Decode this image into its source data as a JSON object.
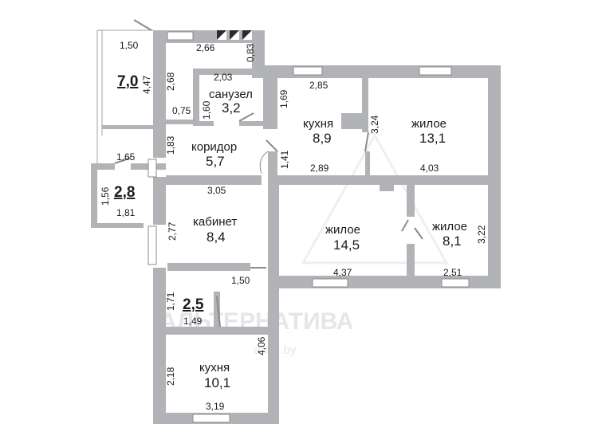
{
  "watermark": {
    "brand": "АЛЬТЕРНАТИВА",
    "site": "a-est.by"
  },
  "rooms": {
    "top_left_area": "7,0",
    "sanuzel_name": "санузел",
    "sanuzel_area": "3,2",
    "kitchen_top_name": "кухня",
    "kitchen_top_area": "8,9",
    "living_a_name": "жилое",
    "living_a_area": "13,1",
    "corridor_name": "коридор",
    "corridor_area": "5,7",
    "small_left_area": "2,8",
    "office_name": "кабинет",
    "office_area": "8,4",
    "living_b_name": "жилое",
    "living_b_area": "14,5",
    "living_c_name": "жилое",
    "living_c_area": "8,1",
    "small_mid_area": "2,5",
    "kitchen_bottom_name": "кухня",
    "kitchen_bottom_area": "10,1"
  },
  "dims": {
    "d150_top": "1,50",
    "d447": "4,47",
    "d266": "2,66",
    "d083": "0,83",
    "d268": "2,68",
    "d203": "2,03",
    "d160": "1,60",
    "d075": "0,75",
    "d285": "2,85",
    "d169": "1,69",
    "d324": "3,24",
    "d183": "1,83",
    "d165": "1,65",
    "d141": "1,41",
    "d289": "2,89",
    "d403": "4,03",
    "d156": "1,56",
    "d181": "1,81",
    "d305": "3,05",
    "d277": "2,77",
    "d322": "3,22",
    "d437": "4,37",
    "d251": "2,51",
    "d150_mid": "1,50",
    "d171": "1,71",
    "d149": "1,49",
    "d406": "4,06",
    "d218": "2,18",
    "d319": "3,19"
  }
}
